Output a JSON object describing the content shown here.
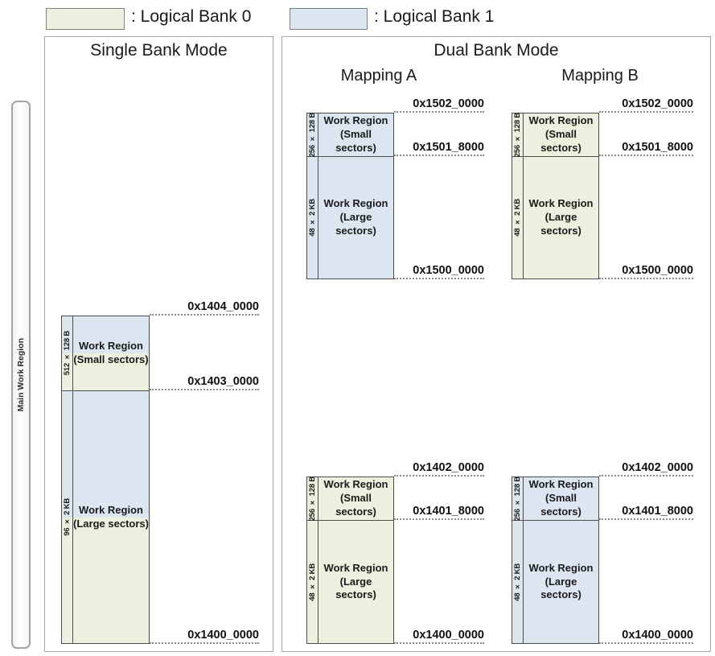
{
  "colors": {
    "bank0": "#ebf1de",
    "bank1": "#dce6f1"
  },
  "legend": {
    "bank0_label": ": Logical Bank 0",
    "bank1_label": ": Logical Bank 1"
  },
  "single_bank": {
    "title": "Single Bank Mode",
    "main_work_region_label": "Main Work Region",
    "block": {
      "addr_top": "0x1404_0000",
      "addr_mid": "0x1403_0000",
      "addr_bottom": "0x1400_0000",
      "small": {
        "side": "512 × 128 B",
        "line1": "Work Region",
        "line2": "(Small sectors)",
        "fill_top": "#dce6f1",
        "fill_bottom": "#ebf1de"
      },
      "large": {
        "side": "96 × 2 KB",
        "line1": "Work Region",
        "line2": "(Large sectors)",
        "fill_top": "#dce6f1",
        "fill_bottom": "#ebf1de"
      }
    }
  },
  "dual_bank": {
    "title": "Dual Bank Mode",
    "mapping_a": {
      "title": "Mapping A",
      "upper": {
        "fill": "#dce6f1",
        "addr_top": "0x1502_0000",
        "addr_mid": "0x1501_8000",
        "addr_bottom": "0x1500_0000",
        "small": {
          "side": "256 × 128 B",
          "line1": "Work Region",
          "line2": "(Small sectors)"
        },
        "large": {
          "side": "48 × 2 KB",
          "line1": "Work Region",
          "line2": "(Large sectors)"
        }
      },
      "lower": {
        "fill": "#ebf1de",
        "addr_top": "0x1402_0000",
        "addr_mid": "0x1401_8000",
        "addr_bottom": "0x1400_0000",
        "small": {
          "side": "256 × 128 B",
          "line1": "Work Region",
          "line2": "(Small sectors)"
        },
        "large": {
          "side": "48 × 2 KB",
          "line1": "Work Region",
          "line2": "(Large sectors)"
        }
      }
    },
    "mapping_b": {
      "title": "Mapping B",
      "upper": {
        "fill": "#ebf1de",
        "addr_top": "0x1502_0000",
        "addr_mid": "0x1501_8000",
        "addr_bottom": "0x1500_0000",
        "small": {
          "side": "256 × 128 B",
          "line1": "Work Region",
          "line2": "(Small sectors)"
        },
        "large": {
          "side": "48 × 2 KB",
          "line1": "Work Region",
          "line2": "(Large sectors)"
        }
      },
      "lower": {
        "fill": "#dce6f1",
        "addr_top": "0x1402_0000",
        "addr_mid": "0x1401_8000",
        "addr_bottom": "0x1400_0000",
        "small": {
          "side": "256 × 128 B",
          "line1": "Work Region",
          "line2": "(Small sectors)"
        },
        "large": {
          "side": "48 × 2 KB",
          "line1": "Work Region",
          "line2": "(Large sectors)"
        }
      }
    }
  }
}
